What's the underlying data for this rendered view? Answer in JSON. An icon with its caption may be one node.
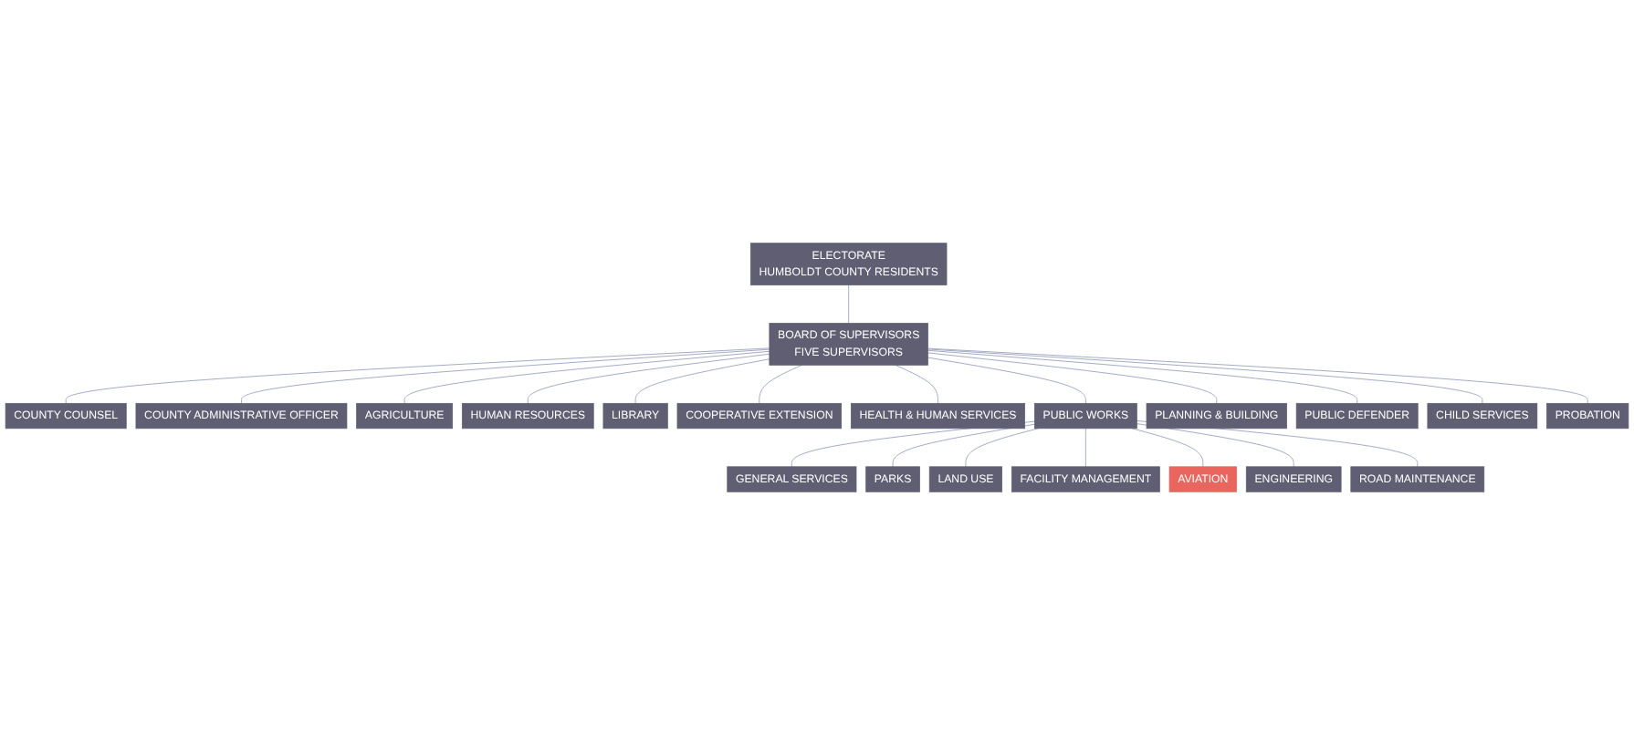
{
  "diagram": {
    "nodes": [
      {
        "text": [
          "ELECTORATE",
          "HUMBOLDT COUNTY RESIDENTS"
        ]
      },
      {
        "text": [
          "BOARD OF SUPERVISORS",
          "FIVE SUPERVISORS"
        ]
      },
      {
        "text": [
          "COUNTY COUNSEL"
        ]
      },
      {
        "text": [
          "COUNTY ADMINISTRATIVE OFFICER"
        ]
      },
      {
        "text": [
          "AGRICULTURE"
        ]
      },
      {
        "text": [
          "HUMAN RESOURCES"
        ]
      },
      {
        "text": [
          "LIBRARY"
        ]
      },
      {
        "text": [
          "COOPERATIVE EXTENSION"
        ]
      },
      {
        "text": [
          "HEALTH & HUMAN SERVICES"
        ]
      },
      {
        "text": [
          "PUBLIC WORKS"
        ]
      },
      {
        "text": [
          "PLANNING & BUILDING"
        ]
      },
      {
        "text": [
          "PUBLIC DEFENDER"
        ]
      },
      {
        "text": [
          "CHILD SERVICES"
        ]
      },
      {
        "text": [
          "PROBATION"
        ]
      },
      {
        "text": [
          "GENERAL SERVICES"
        ]
      },
      {
        "text": [
          "PARKS"
        ]
      },
      {
        "text": [
          "LAND USE"
        ]
      },
      {
        "text": [
          "FACILITY MANAGEMENT"
        ]
      },
      {
        "text": [
          "AVIATION"
        ]
      },
      {
        "text": [
          "ENGINEERING"
        ]
      },
      {
        "text": [
          "ROAD MAINTENANCE"
        ]
      }
    ],
    "edges": [
      {
        "from": 0,
        "to": 1,
        "arrow": "none"
      },
      {
        "from": 1,
        "to": 2,
        "arrow": "none"
      },
      {
        "from": 1,
        "to": 3,
        "arrow": "none"
      },
      {
        "from": 1,
        "to": 4,
        "arrow": "none"
      },
      {
        "from": 1,
        "to": 5,
        "arrow": "none"
      },
      {
        "from": 1,
        "to": 6,
        "arrow": "none"
      },
      {
        "from": 1,
        "to": 7,
        "arrow": "none"
      },
      {
        "from": 1,
        "to": 8,
        "arrow": "none"
      },
      {
        "from": 1,
        "to": 9,
        "arrow": "none"
      },
      {
        "from": 1,
        "to": 10,
        "arrow": "none"
      },
      {
        "from": 1,
        "to": 11,
        "arrow": "none"
      },
      {
        "from": 1,
        "to": 12,
        "arrow": "none"
      },
      {
        "from": 1,
        "to": 13,
        "arrow": "none"
      },
      {
        "from": 9,
        "to": 14,
        "arrow": "none"
      },
      {
        "from": 9,
        "to": 15,
        "arrow": "none"
      },
      {
        "from": 9,
        "to": 16,
        "arrow": "none"
      },
      {
        "from": 9,
        "to": 17,
        "arrow": "none"
      },
      {
        "from": 9,
        "to": 18,
        "arrow": "none"
      },
      {
        "from": 9,
        "to": 19,
        "arrow": "none"
      },
      {
        "from": 9,
        "to": 20,
        "arrow": "none"
      }
    ]
  }
}
